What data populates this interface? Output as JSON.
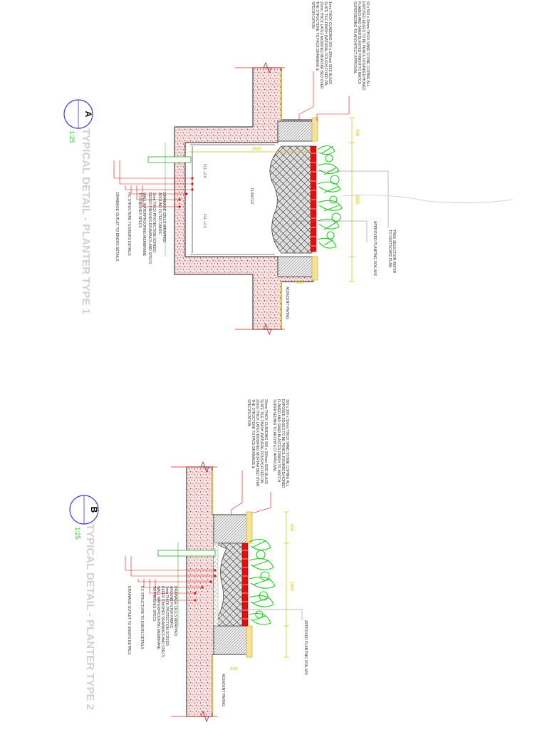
{
  "colors": {
    "concrete_fill": "#f4d8d8",
    "concrete_dots": "#e01010",
    "leader": "#e01010",
    "dimension": "#d6c200",
    "plant": "#22cc22",
    "bubble": "#3a3ad0",
    "title": "#d0d0d0",
    "scale": "#2cc52c"
  },
  "detail_a": {
    "bubble_letter": "A",
    "scale": "1:25",
    "title": "TYPICAL DETAIL - PLANTER TYPE 1",
    "planter_label": "PLANTER",
    "coping_note": [
      "60 x 500 x 30mm THICK SAND STONE COPING ALL",
      "EXPOSED EDGES TO BE PENCIL ROUNDED/HONED",
      "FLAMED AND SAND BLASTED FINISH TO MATCH",
      "SUPERSEDING TO ARCHITECT APPROVAL"
    ],
    "cladding_note": [
      "1mm THICK CLADDING 300 x 300mm SIZE BLACK",
      "SLATE TILE FINISH (NATURAL ROUGH) FIXED ON",
      "20mm THICK LATEX MODIFIED MORTAR BED OVER",
      "THE STRUCTURE TO FACE DRAINAGE &",
      "SPECIFICATION"
    ],
    "dim_top": "400",
    "dim_mid": "1500",
    "dim_bottom": "400",
    "dim_width": "1500",
    "level_1": "FLL +2.6",
    "level_2": "FLL +2.6",
    "tree_note": [
      "TREE SELECTION REFER",
      "TO SOFTSCAPE PLAN"
    ],
    "soil_note": "APPROVED PLANTING SOIL MIX",
    "paving_note": "ADJACENT PAVING",
    "layer_notes": [
      "DRAINAGE CELLS WRAPPED",
      "AROUND FILTER FABRIC",
      "3mm THICK PROTECTION SCREED",
      "REFER FINISHES DRAWINGS AND SPECS",
      "WALL WATERPROOFING MEMBRANE",
      "TO FINISHES SPECS",
      "RC STRUCTURE TO ENGRS DETAILS",
      "DRAINAGE OUTLET TO ENGRS DETAILS"
    ]
  },
  "detail_b": {
    "bubble_letter": "B",
    "scale": "1:25",
    "title": "TYPICAL DETAIL - PLANTER TYPE 2",
    "coping_note": [
      "300 x 300 x 30mm THICK SAND STONE COPING ALL",
      "EXPOSED EDGES TO BE PENCIL ROUNDED/HONED",
      "FLAMED AND SAND BLASTED FINISH TO MATCH",
      "SUPERSEDING TO ARCHITECT APPROVAL"
    ],
    "cladding_note": [
      "20mm THICK CLADDING 300 x 300mm SIZE BLACK",
      "SLATE TILE FINISH (NATURAL ROUGH) FIXED ON",
      "20mm THICK LATEX MODIFIED MORTAR BED OVER",
      "THE STRUCTURE TO FACE DRAINAGE &",
      "SPECIFICATION"
    ],
    "dim_top": "400",
    "dim_mid": "1000",
    "dim_bottom": "400",
    "soil_note": "APPROVED PLANTING SOIL MIX",
    "paving_note": "ADJACENT PAVING",
    "layer_notes": [
      "DRAINAGE CELLS WRAPPED",
      "AROUND FILTER FABRIC",
      "3mm THICK PROTECTION SCREED",
      "REFER FINISHES DRAWINGS AND SPECS",
      "WALL WATERPROOFING MEMBRANE",
      "TO FINISHES SPECS",
      "RC STRUCTURE TO ENGRS DETAILS",
      "DRAINAGE OUTLET TO ENGRS DETAILS"
    ]
  }
}
